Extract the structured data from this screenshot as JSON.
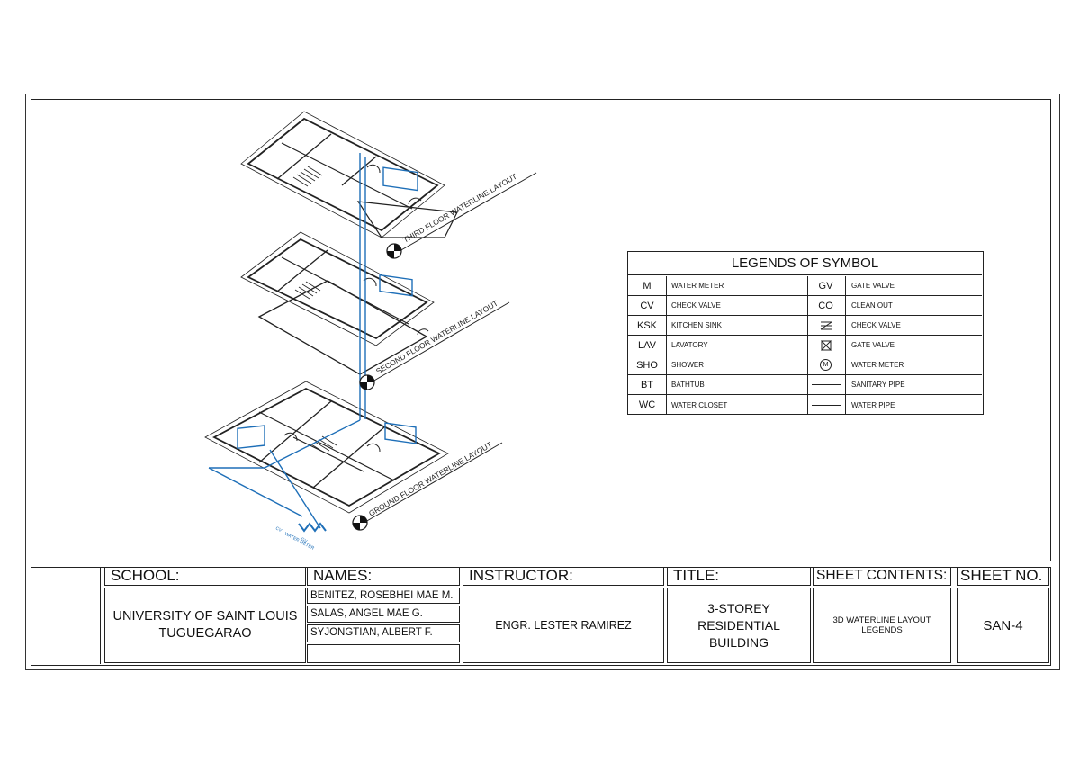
{
  "drawing": {
    "third_floor_label": "THIRD FLOOR WATERLINE LAYOUT",
    "second_floor_label": "SECOND FLOOR WATERLINE LAYOUT",
    "ground_floor_label": "GROUND FLOOR WATERLINE LAYOUT",
    "meter_labels": [
      "CV",
      "WATER METER",
      "GV"
    ],
    "water_line_color": "#1e6fb8"
  },
  "legend": {
    "title": "LEGENDS OF SYMBOL",
    "rows": [
      {
        "abbr": "M",
        "desc": "WATER METER",
        "symbol": "GV",
        "desc2": "GATE VALVE",
        "symbol_icon": "text"
      },
      {
        "abbr": "CV",
        "desc": "CHECK VALVE",
        "symbol": "CO",
        "desc2": "CLEAN OUT",
        "symbol_icon": "text"
      },
      {
        "abbr": "KSK",
        "desc": "KITCHEN SINK",
        "symbol": "",
        "desc2": "CHECK VALVE",
        "symbol_icon": "check-valve-icon"
      },
      {
        "abbr": "LAV",
        "desc": "LAVATORY",
        "symbol": "",
        "desc2": "GATE VALVE",
        "symbol_icon": "gate-valve-icon"
      },
      {
        "abbr": "SHO",
        "desc": "SHOWER",
        "symbol": "M",
        "desc2": "WATER METER",
        "symbol_icon": "water-meter-icon"
      },
      {
        "abbr": "BT",
        "desc": "BATHTUB",
        "symbol": "",
        "desc2": "SANITARY PIPE",
        "symbol_icon": "sanitary-pipe-line-icon"
      },
      {
        "abbr": "WC",
        "desc": "WATER CLOSET",
        "symbol": "",
        "desc2": "WATER PIPE",
        "symbol_icon": "water-pipe-line-icon"
      }
    ]
  },
  "title_block": {
    "school_label": "SCHOOL:",
    "school_value_line1": "UNIVERSITY OF SAINT LOUIS",
    "school_value_line2": "TUGUEGARAO",
    "names_label": "NAMES:",
    "names": [
      "BENITEZ, ROSEBHEI MAE M.",
      "SALAS, ANGEL MAE G.",
      "SYJONGTIAN, ALBERT F.",
      ""
    ],
    "instructor_label": "INSTRUCTOR:",
    "instructor_value": "ENGR. LESTER RAMIREZ",
    "title_label": "TITLE:",
    "title_value_line1": "3-STOREY",
    "title_value_line2": "RESIDENTIAL",
    "title_value_line3": "BUILDING",
    "sheet_contents_label": "SHEET CONTENTS:",
    "sheet_contents_line1": "3D WATERLINE LAYOUT",
    "sheet_contents_line2": "LEGENDS",
    "sheet_no_label": "SHEET NO.",
    "sheet_no_value": "SAN-4"
  }
}
